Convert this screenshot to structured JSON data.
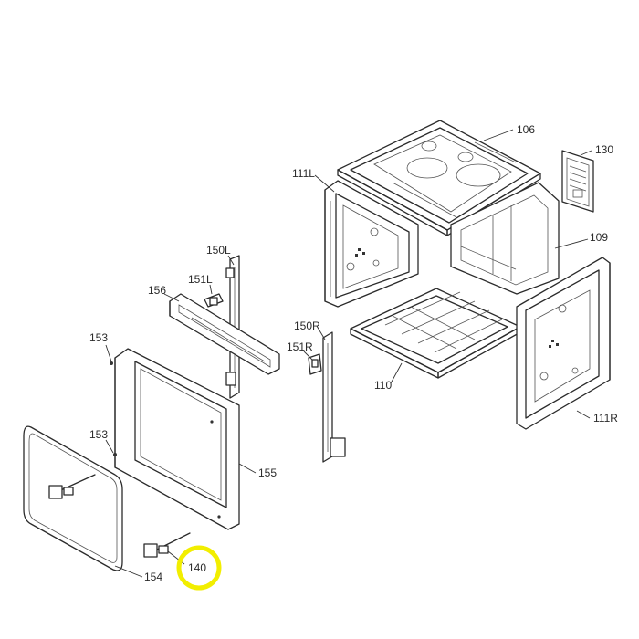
{
  "callouts": {
    "c106": "106",
    "c130": "130",
    "c111L": "111L",
    "c109": "109",
    "c150L": "150L",
    "c151L": "151L",
    "c156": "156",
    "c150R": "150R",
    "c151R": "151R",
    "c153a": "153",
    "c110": "110",
    "c111R": "111R",
    "c153b": "153",
    "c155": "155",
    "c154": "154",
    "c140": "140"
  },
  "highlight": {
    "color": "#f2ee00",
    "target": "140"
  }
}
